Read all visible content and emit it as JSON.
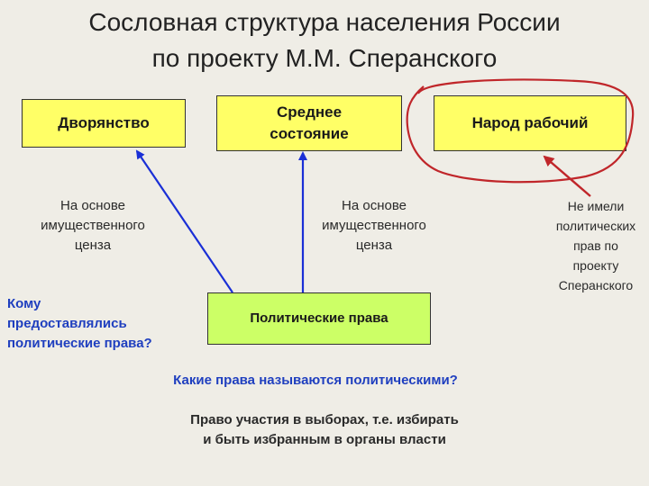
{
  "title": {
    "line1": "Сословная структура населения России",
    "line2": "по проекту  М.М. Сперанского"
  },
  "estates": {
    "nobility": "Дворянство",
    "middle": "Среднее\nсостояние",
    "working": "Народ рабочий"
  },
  "notes": {
    "left_census": "На основе\nимущественного\nценза",
    "center_census": "На основе\nимущественного\nценза",
    "no_rights": "Не имели\nполитических\nправ по\nпроекту\nСперанского"
  },
  "political_rights": "Политические права",
  "questions": {
    "who": "Кому\nпредоставлялись\nполитические права?",
    "which": "Какие права называются политическими?"
  },
  "answer": "Право участия в выборах, т.е. избирать\nи быть избранным в органы власти",
  "colors": {
    "background": "#efede6",
    "estate_box": "#ffff66",
    "rights_box": "#ccff66",
    "arrow_blue": "#1a2fd6",
    "annotation_red": "#c0262a",
    "question_blue": "#1f3fbf"
  }
}
